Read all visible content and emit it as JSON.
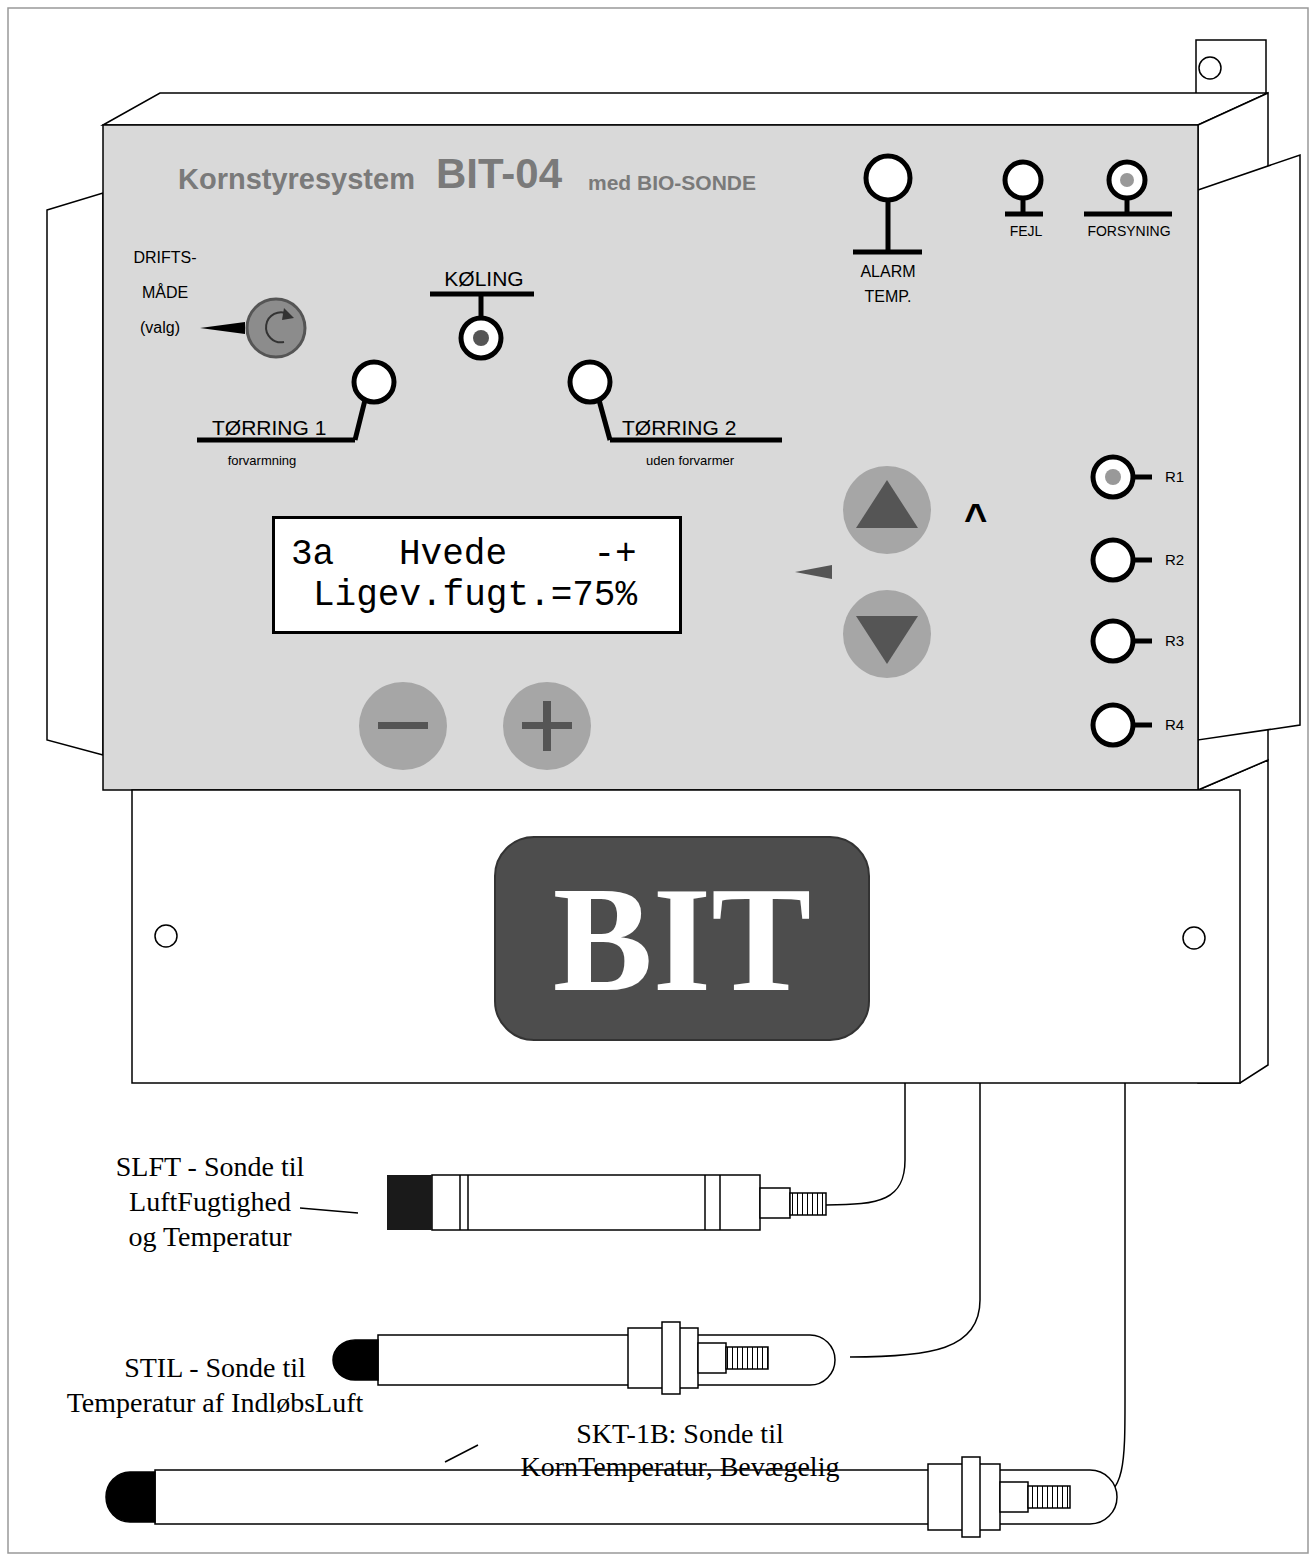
{
  "diagram": {
    "nodes": [
      {
        "text": [
          "3a   Hvede    -+",
          "Ligev.fugt.=75%"
        ]
      },
      {
        "text": [
          "BIT"
        ]
      }
    ],
    "labels": [
      "Kornstyresystem",
      "BIT-04",
      "med BIO-SONDE",
      "DRIFTS-",
      "MÅDE",
      "(valg)",
      "KØLING",
      "ALARM",
      "TEMP.",
      "FEJL",
      "FORSYNING",
      "TØRRING 1",
      "forvarmning",
      "TØRRING 2",
      "uden forvarmer",
      "^",
      "R1",
      "R2",
      "R3",
      "R4",
      "SLFT - Sonde til",
      "LuftFugtighed",
      "og Temperatur",
      "STIL - Sonde til",
      "Temperatur af IndløbsLuft",
      "SKT-1B: Sonde til",
      "KornTemperatur, Bevægelig"
    ]
  }
}
